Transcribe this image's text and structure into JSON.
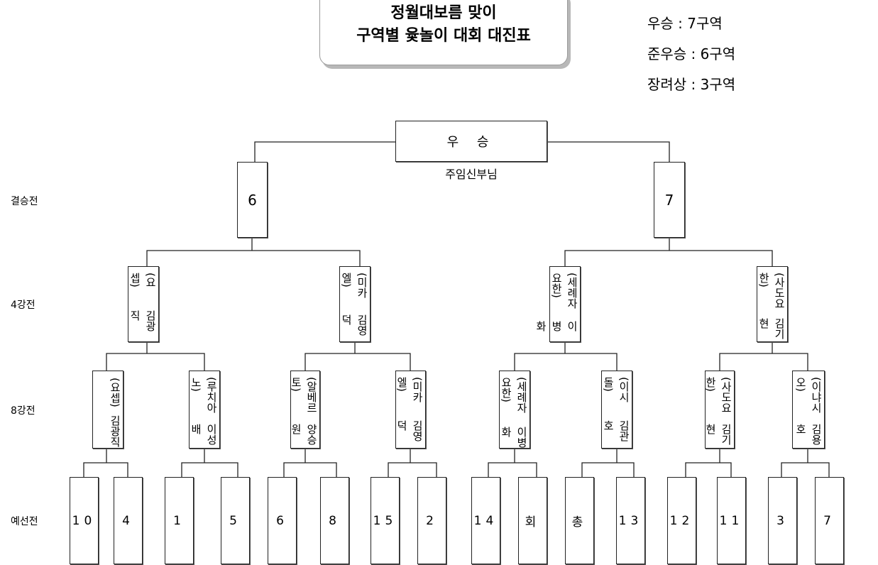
{
  "title": {
    "line1": "정월대보름 맞이",
    "line2": "구역별 윷놀이 대회 대진표"
  },
  "results": [
    {
      "label": "우승 : 7구역"
    },
    {
      "label": "준우승 : 6구역"
    },
    {
      "label": "장려상 : 3구역"
    }
  ],
  "champion": {
    "label": "우 승",
    "sub": "주임신부님"
  },
  "rounds": {
    "final": "결승전",
    "semi": "4강전",
    "quarter": "8강전",
    "prelim": "예선전"
  },
  "final": [
    "6",
    "7"
  ],
  "semi": [
    {
      "baptismal": "(요셉)",
      "name": "김광직"
    },
    {
      "baptismal": "(미카엘)",
      "name": "김영덕"
    },
    {
      "baptismal": "(세례자요한)",
      "name": "이병화"
    },
    {
      "baptismal": "(사도요한)",
      "name": "김기현"
    }
  ],
  "quarter": [
    {
      "baptismal": "(요셉)",
      "name": "김광직"
    },
    {
      "baptismal": "(루치아노)",
      "name": "이성배"
    },
    {
      "baptismal": "(알베르토)",
      "name": "양승원"
    },
    {
      "baptismal": "(미카엘)",
      "name": "김영덕"
    },
    {
      "baptismal": "(세례자요한)",
      "name": "이병화"
    },
    {
      "baptismal": "(이시돌)",
      "name": "김관호"
    },
    {
      "baptismal": "(사도요한)",
      "name": "김기현"
    },
    {
      "baptismal": "(이냐시오)",
      "name": "김용호"
    }
  ],
  "prelim": [
    "10",
    "4",
    "1",
    "5",
    "6",
    "8",
    "15",
    "2",
    "14",
    "회",
    "총",
    "13",
    "12",
    "11",
    "3",
    "7"
  ]
}
